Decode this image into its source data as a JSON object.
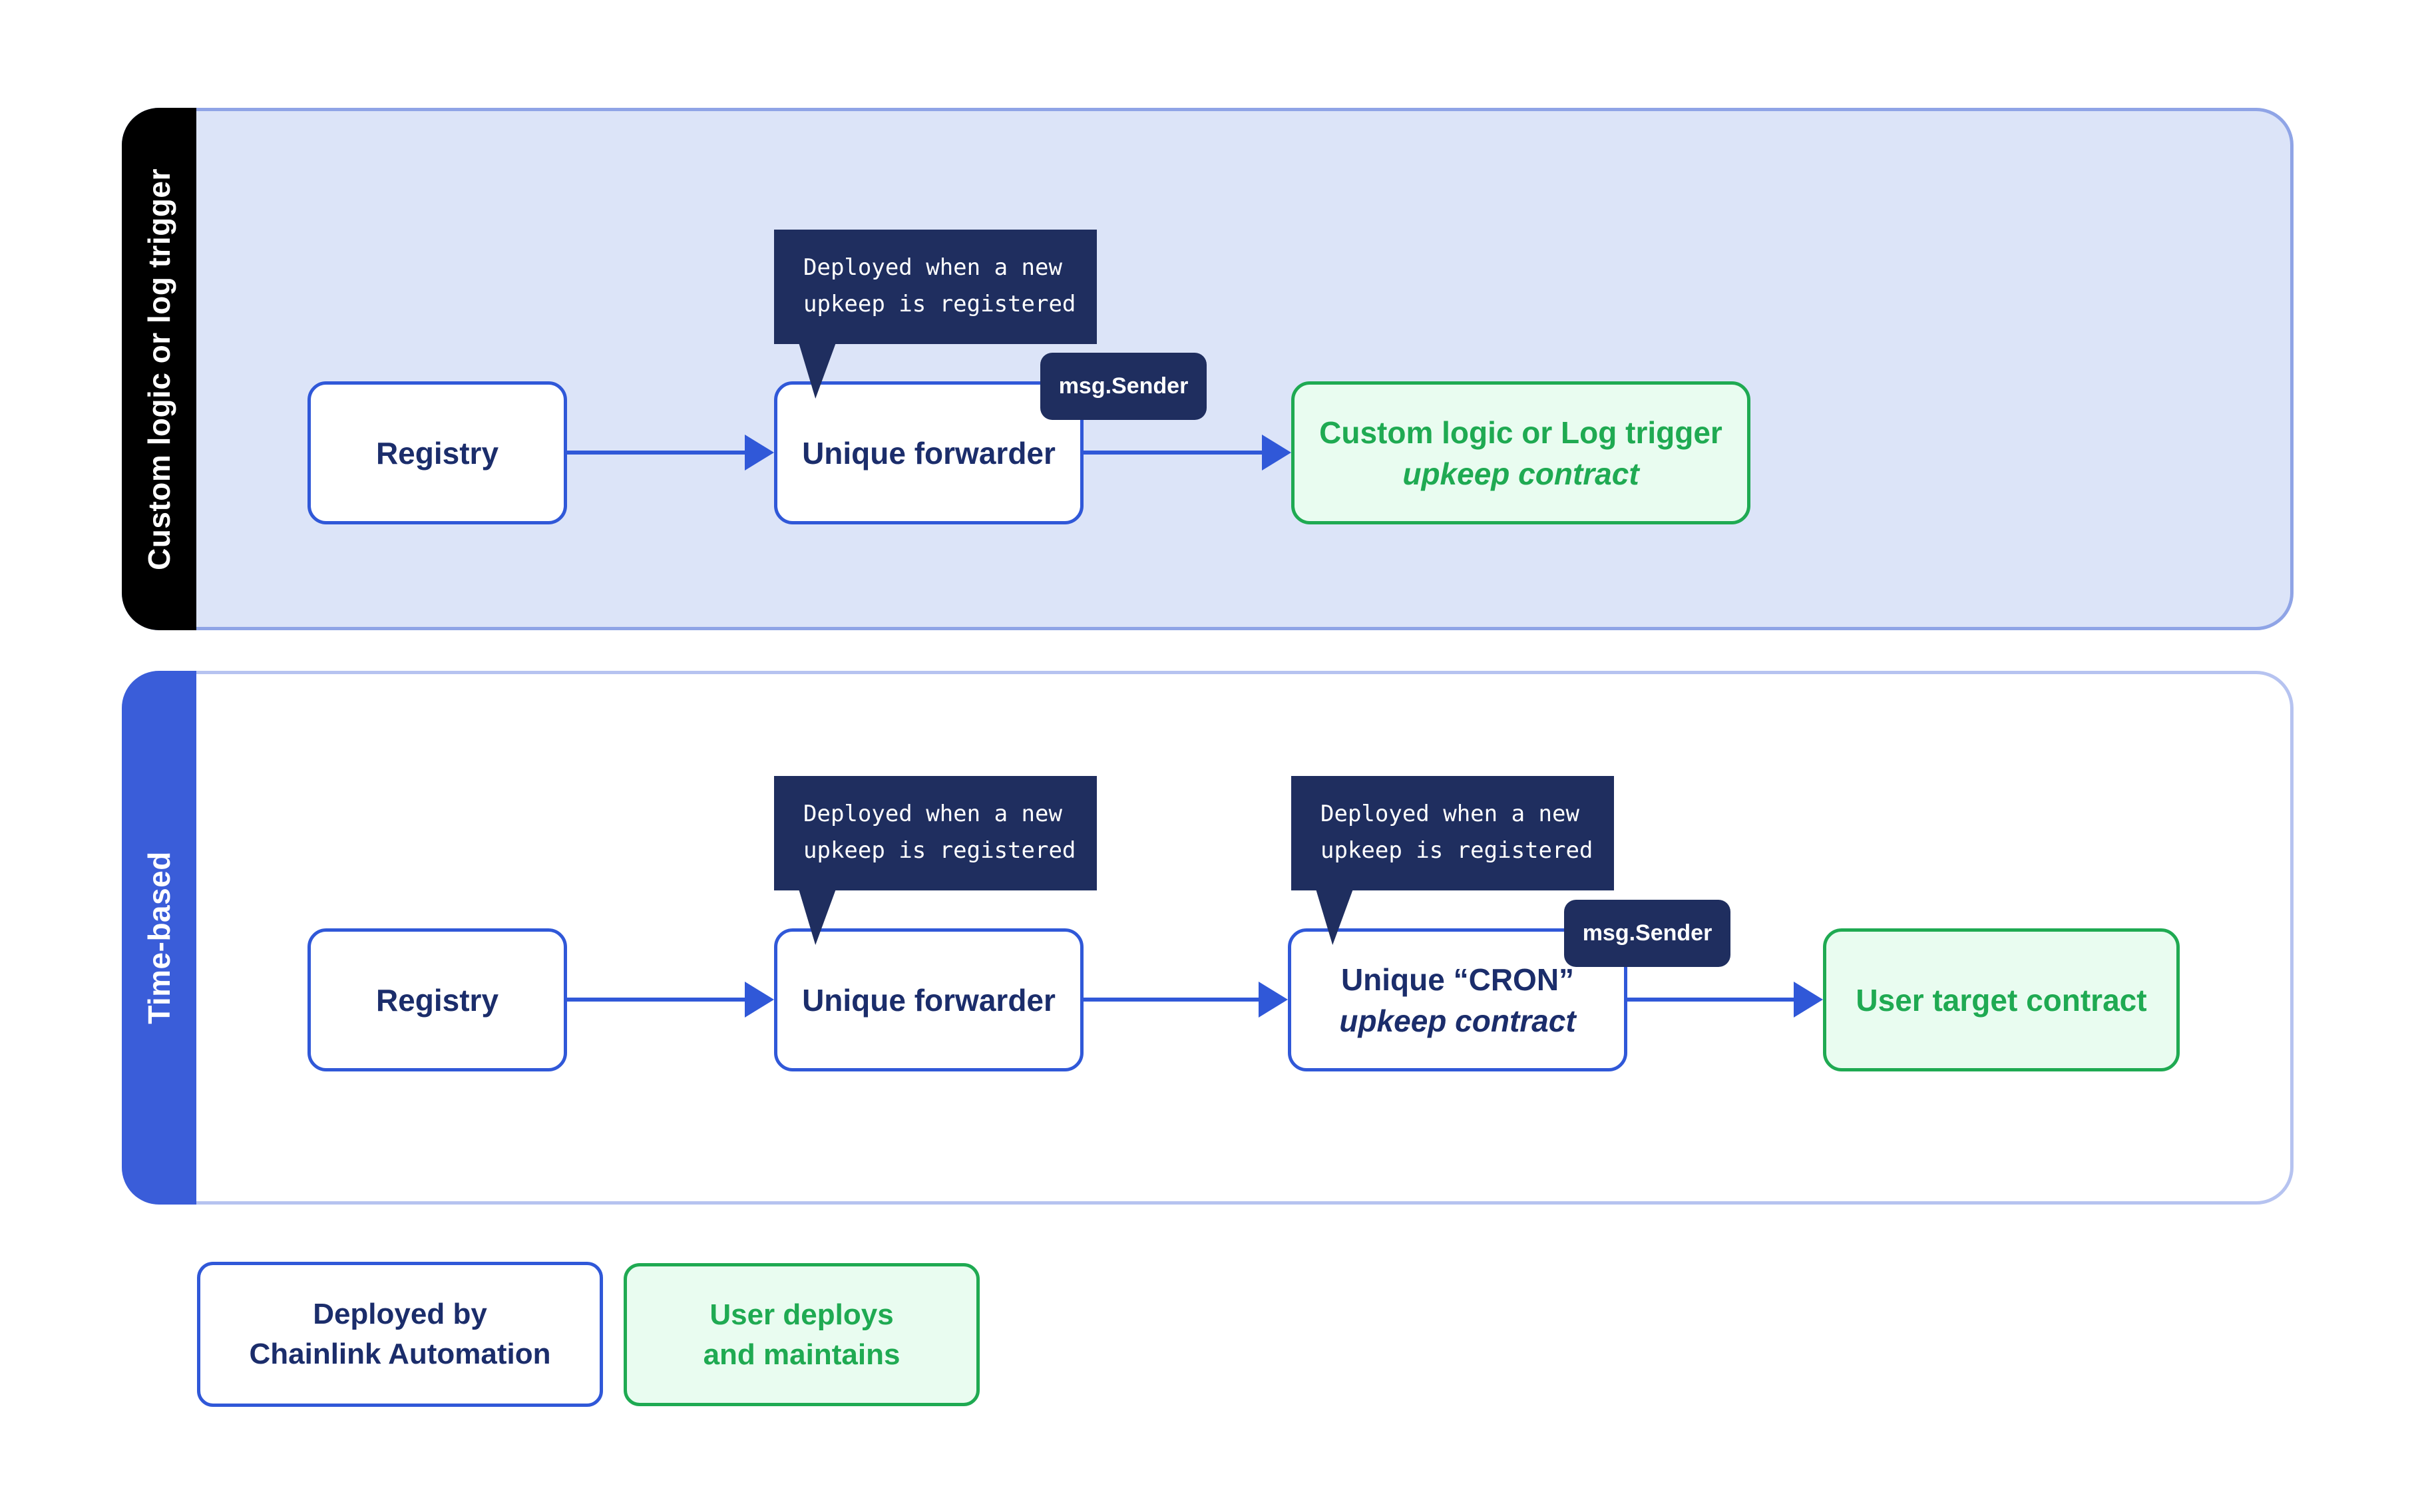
{
  "sections": {
    "custom_logic": {
      "label": "Custom logic or log trigger"
    },
    "time_based": {
      "label": "Time-based"
    }
  },
  "nodes": {
    "registry_top": {
      "label": "Registry"
    },
    "forwarder_top": {
      "label": "Unique forwarder"
    },
    "custom_upkeep": {
      "line1": "Custom logic or Log trigger",
      "line2": "upkeep contract"
    },
    "registry_bottom": {
      "label": "Registry"
    },
    "forwarder_bottom": {
      "label": "Unique forwarder"
    },
    "cron_upkeep": {
      "line1": "Unique “CRON”",
      "line2": "upkeep contract"
    },
    "user_target": {
      "label": "User target contract"
    }
  },
  "callouts": {
    "deployed_tooltip": {
      "line1": "Deployed when a new",
      "line2": "upkeep is registered"
    },
    "msg_sender_badge": "msg.Sender"
  },
  "legend": {
    "chainlink": {
      "line1": "Deployed by",
      "line2": "Chainlink Automation"
    },
    "user": {
      "line1": "User deploys",
      "line2": "and maintains"
    }
  },
  "colors": {
    "panel_lavender": "#dce4f8",
    "panel_top_border": "#8fa4e6",
    "panel_bottom_border": "#b6c3f0",
    "strip_black": "#000000",
    "strip_blue": "#3a5dd9",
    "box_border_blue": "#3058d8",
    "arrow_blue": "#3058d8",
    "navy_tooltip": "#1f2e5f",
    "label_navy": "#1b2d6b",
    "green": "#1faa52",
    "green_fill": "#e9fcf0"
  }
}
